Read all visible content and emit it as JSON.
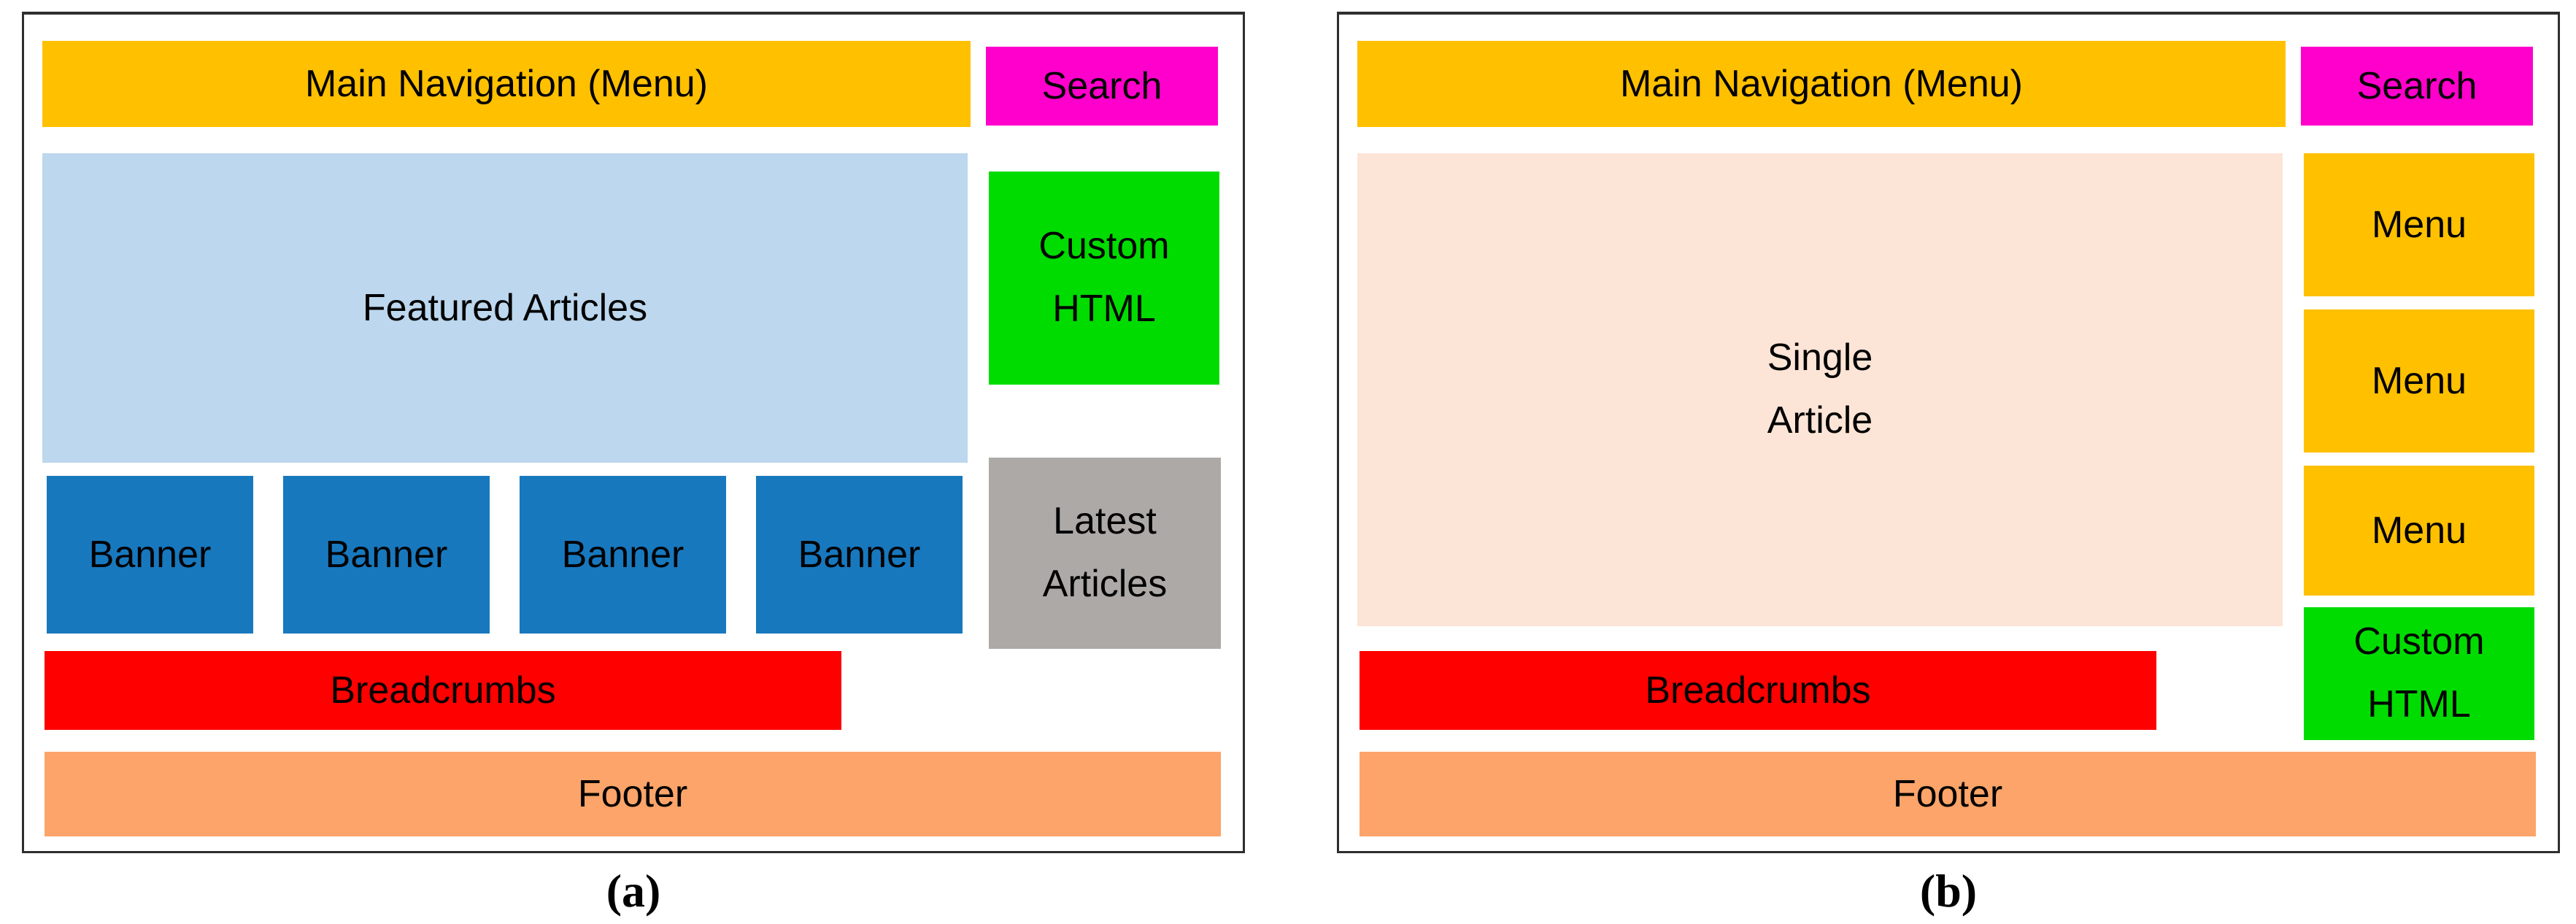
{
  "colors": {
    "gold": "#FFC000",
    "magenta": "#FF00CC",
    "lightblue": "#BCD7EE",
    "green": "#00DC00",
    "gray": "#ACA9A7",
    "blue": "#1878BE",
    "red": "#FE0000",
    "salmon": "#FCA469",
    "peach": "#FCE4D6"
  },
  "panel_a": {
    "caption": "(a)",
    "nav": "Main Navigation (Menu)",
    "search": "Search",
    "featured": "Featured Articles",
    "custom_html_line1": "Custom",
    "custom_html_line2": "HTML",
    "latest_line1": "Latest",
    "latest_line2": "Articles",
    "banners": [
      "Banner",
      "Banner",
      "Banner",
      "Banner"
    ],
    "breadcrumbs": "Breadcrumbs",
    "footer": "Footer"
  },
  "panel_b": {
    "caption": "(b)",
    "nav": "Main Navigation (Menu)",
    "search": "Search",
    "article_line1": "Single",
    "article_line2": "Article",
    "menus": [
      "Menu",
      "Menu",
      "Menu"
    ],
    "custom_html_line1": "Custom",
    "custom_html_line2": "HTML",
    "breadcrumbs": "Breadcrumbs",
    "footer": "Footer"
  }
}
